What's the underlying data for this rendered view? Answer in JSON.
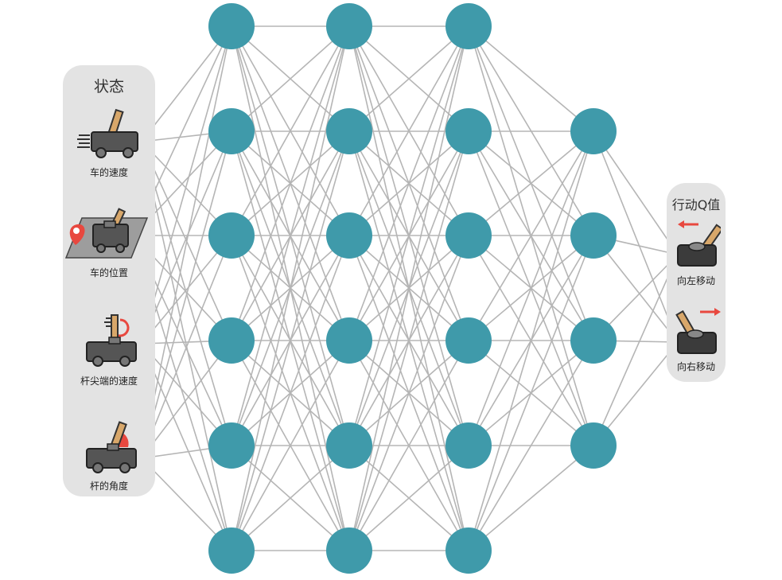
{
  "state_panel": {
    "title": "状态",
    "items": [
      {
        "label": "车的速度",
        "icon": "cart-speed-icon"
      },
      {
        "label": "车的位置",
        "icon": "cart-position-icon"
      },
      {
        "label": "杆尖端的速度",
        "icon": "pole-tip-speed-icon"
      },
      {
        "label": "杆的角度",
        "icon": "pole-angle-icon"
      }
    ]
  },
  "action_panel": {
    "title": "行动Q值",
    "items": [
      {
        "label": "向左移动",
        "icon": "joystick-left-icon"
      },
      {
        "label": "向右移动",
        "icon": "joystick-right-icon"
      }
    ]
  },
  "network": {
    "layer_sizes": [
      6,
      6,
      6,
      4
    ],
    "node_color": "#3f9aaa",
    "edge_color": "#b5b5b5"
  },
  "colors": {
    "panel_bg": "#e3e3e3",
    "accent_red": "#e8483f",
    "pole_wood": "#d8a76a",
    "cart_body": "#555555"
  }
}
